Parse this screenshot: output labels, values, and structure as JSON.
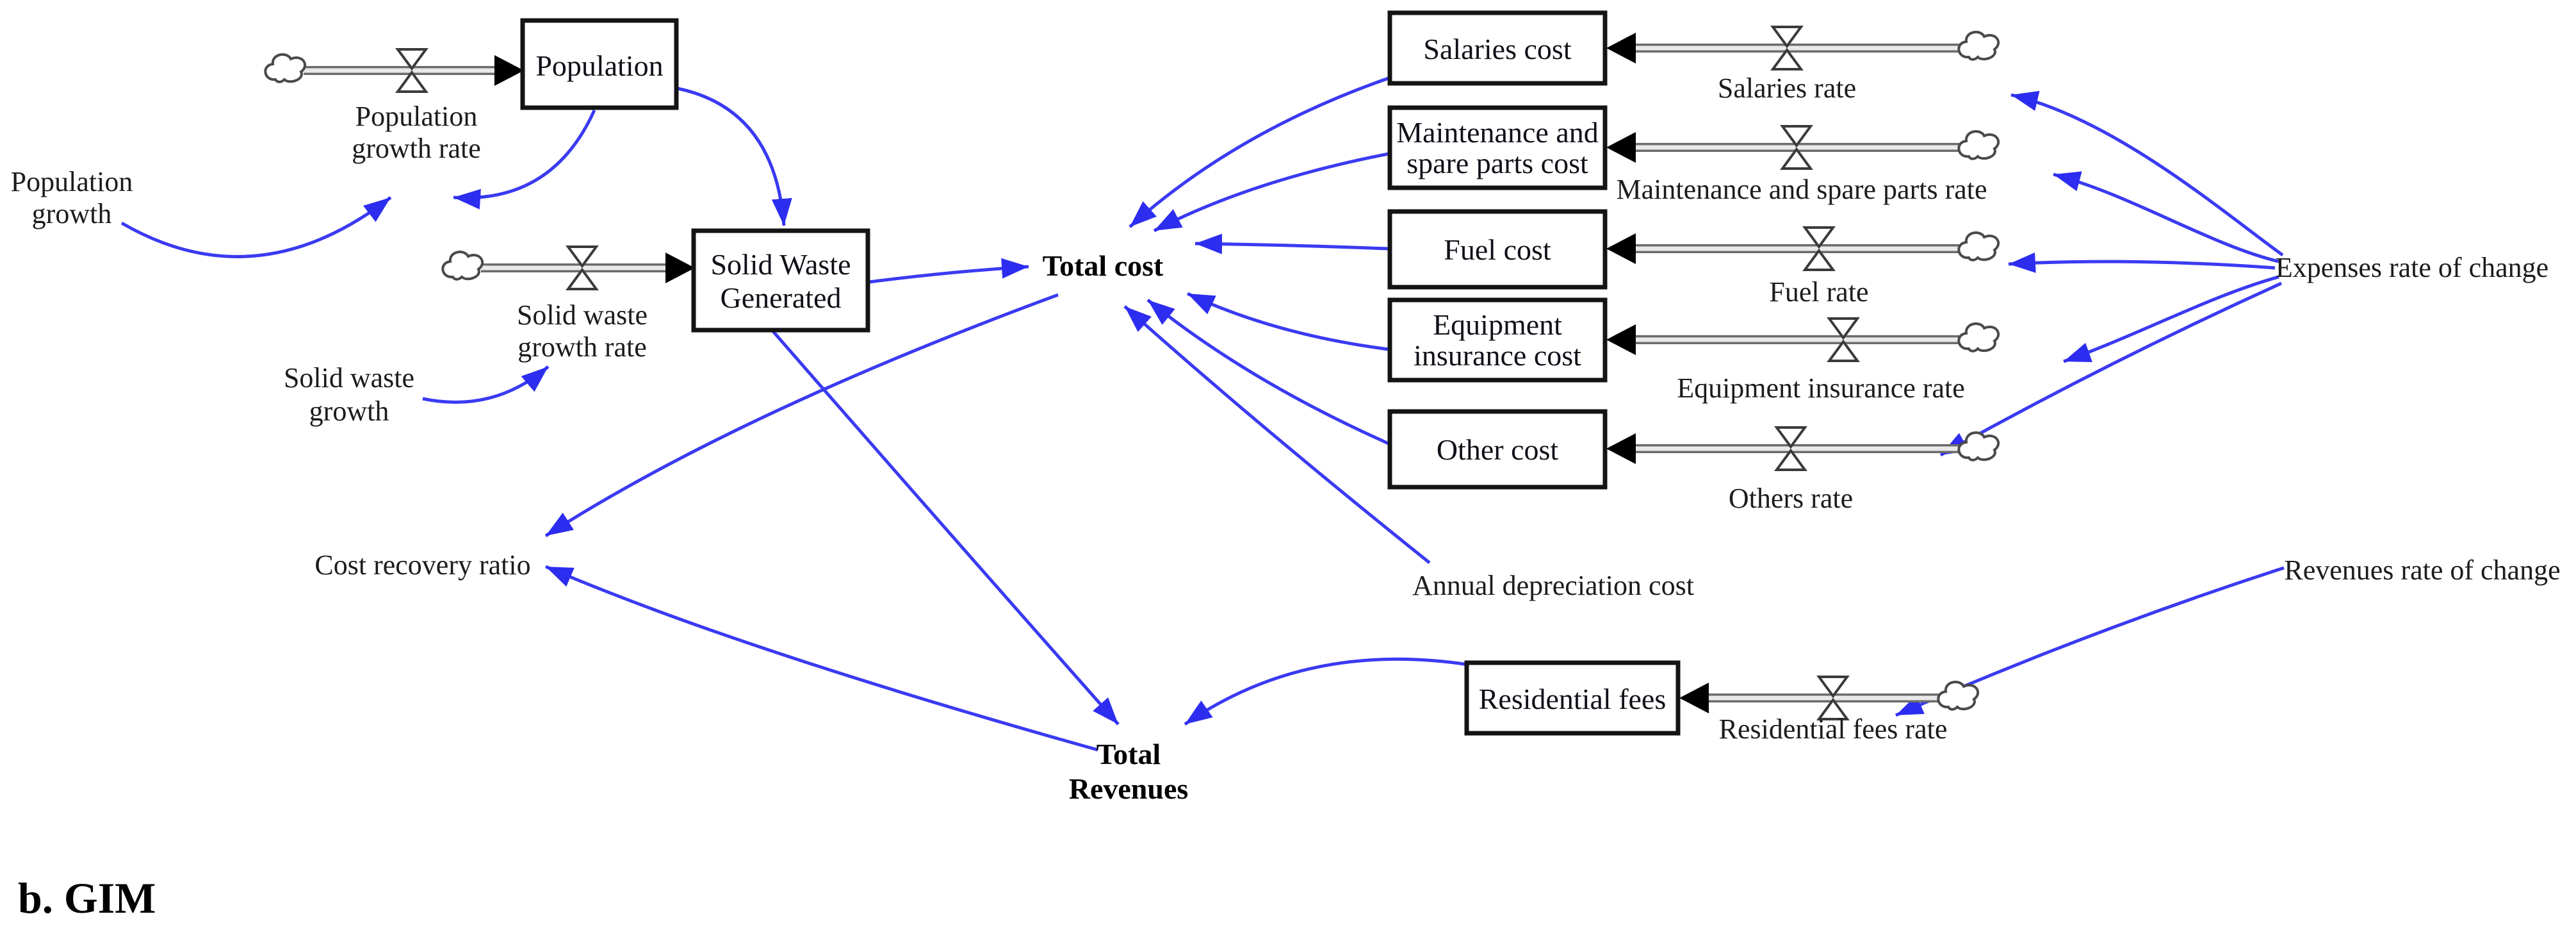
{
  "figure": {
    "caption": "b. GIM"
  },
  "colors": {
    "link_blue": "#3a3af2",
    "pipe_gray": "#6b6b6b",
    "box_border": "#141414",
    "text_dark": "#1c1c1c"
  },
  "stocks": [
    {
      "id": "population",
      "lines": [
        "Population"
      ]
    },
    {
      "id": "solid-waste-generated",
      "lines": [
        "Solid Waste",
        "Generated"
      ]
    },
    {
      "id": "salaries-cost",
      "lines": [
        "Salaries cost"
      ]
    },
    {
      "id": "maintenance-and-spare-parts-cost",
      "lines": [
        "Maintenance and",
        "spare parts cost"
      ]
    },
    {
      "id": "fuel-cost",
      "lines": [
        "Fuel cost"
      ]
    },
    {
      "id": "equipment-insurance-cost",
      "lines": [
        "Equipment",
        "insurance cost"
      ]
    },
    {
      "id": "other-cost",
      "lines": [
        "Other cost"
      ]
    },
    {
      "id": "residential-fees",
      "lines": [
        "Residential fees"
      ]
    }
  ],
  "flow_rates": [
    {
      "id": "population-growth-rate",
      "lines": [
        "Population",
        "growth rate"
      ]
    },
    {
      "id": "solid-waste-growth-rate",
      "lines": [
        "Solid waste",
        "growth rate"
      ]
    },
    {
      "id": "salaries-rate",
      "lines": [
        "Salaries rate"
      ]
    },
    {
      "id": "maintenance-and-spare-parts-rate",
      "lines": [
        "Maintenance and spare parts rate"
      ]
    },
    {
      "id": "fuel-rate",
      "lines": [
        "Fuel rate"
      ]
    },
    {
      "id": "equipment-insurance-rate",
      "lines": [
        "Equipment insurance rate"
      ]
    },
    {
      "id": "others-rate",
      "lines": [
        "Others rate"
      ]
    },
    {
      "id": "residential-fees-rate",
      "lines": [
        "Residential fees rate"
      ]
    }
  ],
  "auxiliaries": [
    {
      "id": "population-growth",
      "lines": [
        "Population",
        "growth"
      ]
    },
    {
      "id": "solid-waste-growth",
      "lines": [
        "Solid waste",
        "growth"
      ]
    },
    {
      "id": "total-cost",
      "lines": [
        "Total cost"
      ]
    },
    {
      "id": "cost-recovery-ratio",
      "lines": [
        "Cost recovery ratio"
      ]
    },
    {
      "id": "annual-depreciation-cost",
      "lines": [
        "Annual depreciation cost"
      ]
    },
    {
      "id": "total-revenues",
      "lines": [
        "Total",
        "Revenues"
      ]
    },
    {
      "id": "expenses-rate-of-change",
      "lines": [
        "Expenses rate of change"
      ]
    },
    {
      "id": "revenues-rate-of-change",
      "lines": [
        "Revenues rate of change"
      ]
    }
  ]
}
